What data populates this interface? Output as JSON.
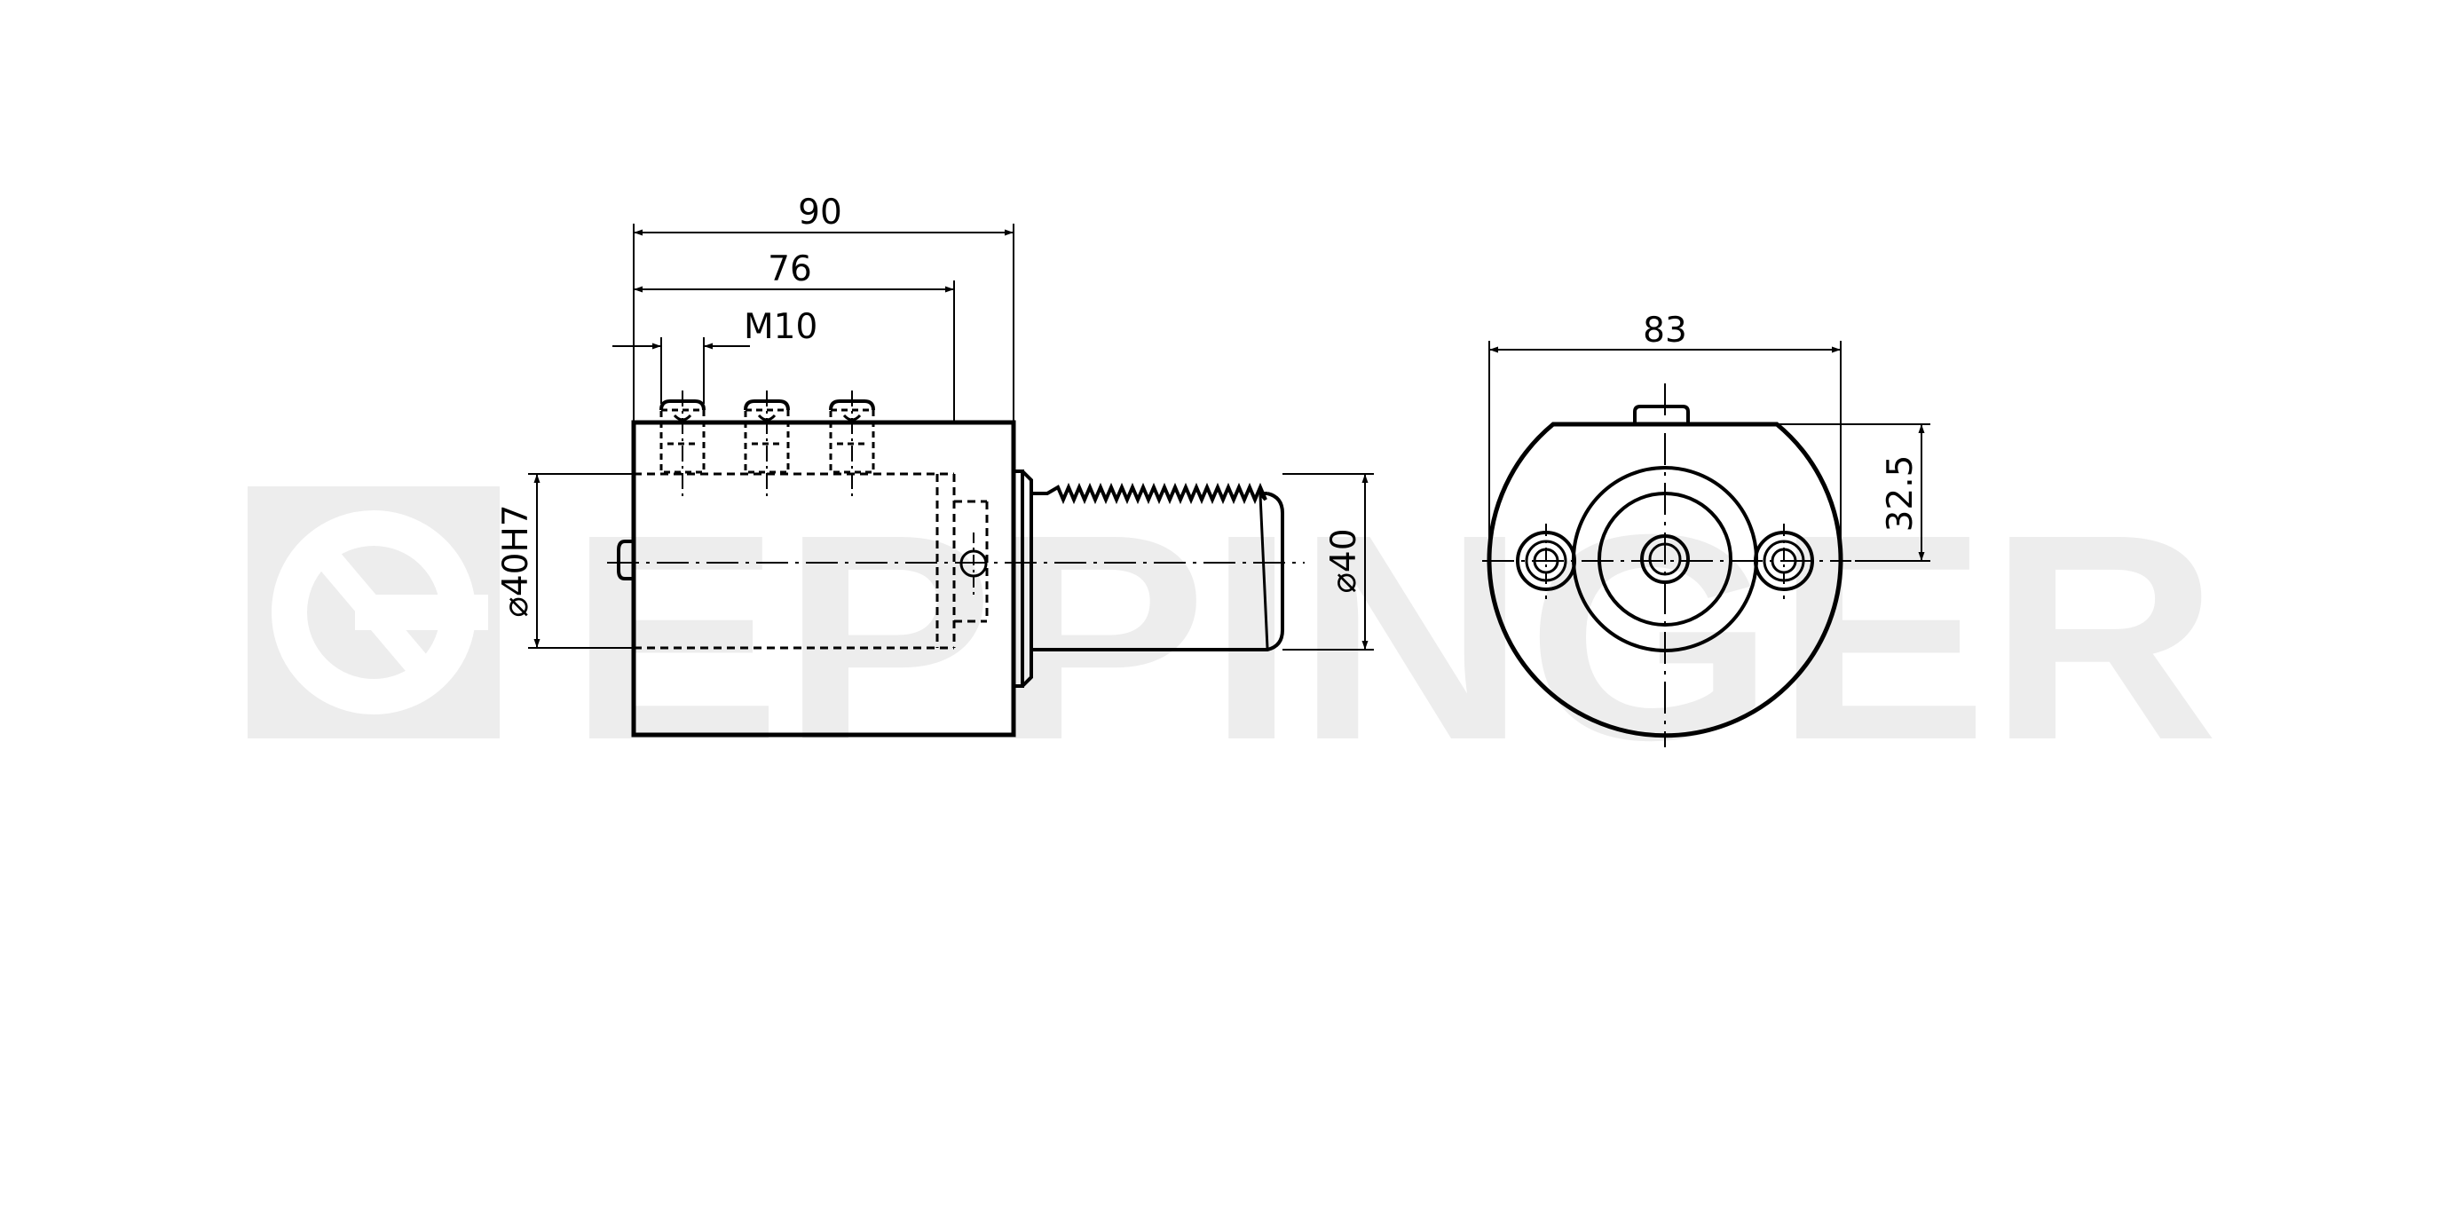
{
  "watermark": {
    "brand": "EPPINGER",
    "logo": "eppinger-logo-icon",
    "color": "#ededed"
  },
  "drawing": {
    "line_color": "#000000",
    "side_view": {
      "dimensions": {
        "overall_length": "90",
        "body_length": "76",
        "thread": "M10",
        "bore": "⌀40H7",
        "shank": "⌀40"
      }
    },
    "front_view": {
      "dimensions": {
        "width": "83",
        "center_height": "32.5"
      }
    }
  }
}
